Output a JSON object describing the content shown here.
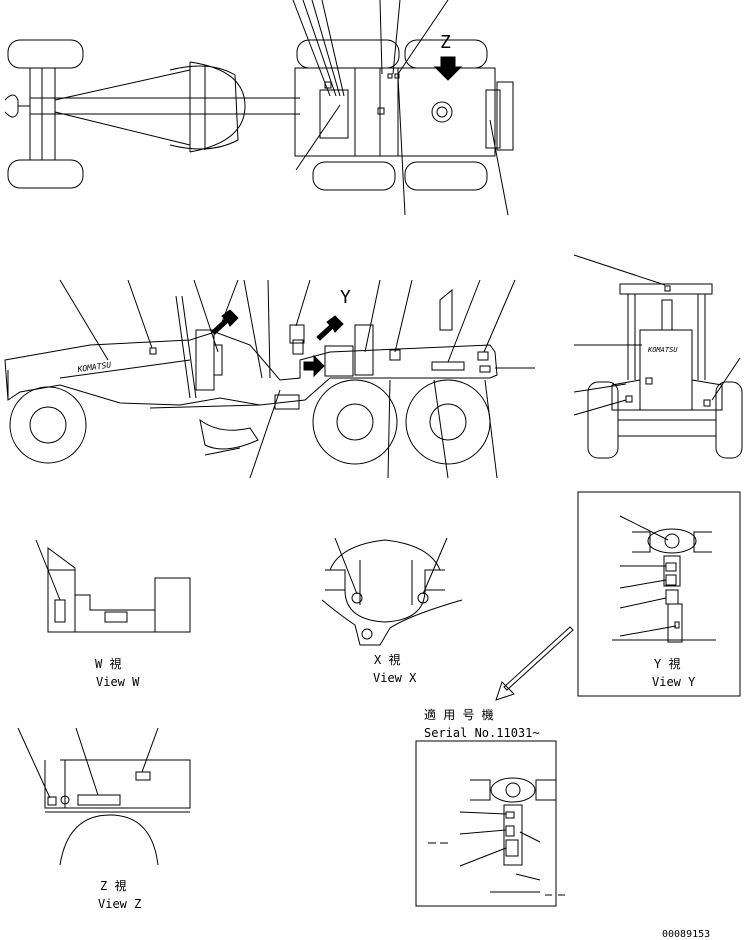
{
  "labels": {
    "z_top": "Z",
    "y_side": "Y",
    "view_w_jp": "W  視",
    "view_w_en": "View W",
    "view_x_jp": "X  視",
    "view_x_en": "View X",
    "view_y_jp": "Y  視",
    "view_y_en": "View Y",
    "view_z_jp": "Z  視",
    "view_z_en": "View Z",
    "serial_jp": "適 用 号 機",
    "serial_en": "Serial No.11031~",
    "brand_mark": "KOMATSU",
    "part_number": "00089153"
  }
}
